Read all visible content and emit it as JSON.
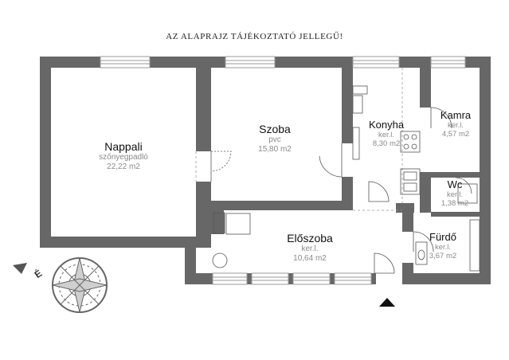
{
  "notice": "AZ ALAPRAJZ TÁJÉKOZTATÓ JELLEGŰ!",
  "rooms": {
    "nappali": {
      "name": "Nappali",
      "floor": "szőnyegpadló",
      "area": "22,22 m2"
    },
    "szoba": {
      "name": "Szoba",
      "floor": "pvc",
      "area": "15,80 m2"
    },
    "konyha": {
      "name": "Konyha",
      "floor": "ker.l.",
      "area": "8,30 m2"
    },
    "kamra": {
      "name": "Kamra",
      "floor": "ker.l.",
      "area": "4,57 m2"
    },
    "wc": {
      "name": "Wc",
      "floor": "ker.l.",
      "area": "1,38 m2"
    },
    "eloszoba": {
      "name": "Előszoba",
      "floor": "ker.l.",
      "area": "10,64 m2"
    },
    "furdo": {
      "name": "Fürdő",
      "floor": "ker.l.",
      "area": "3,67 m2"
    }
  },
  "compass": {
    "label": "É"
  },
  "colors": {
    "wall": "#676767",
    "line": "#9a9a9a",
    "fixture": "#555555"
  }
}
